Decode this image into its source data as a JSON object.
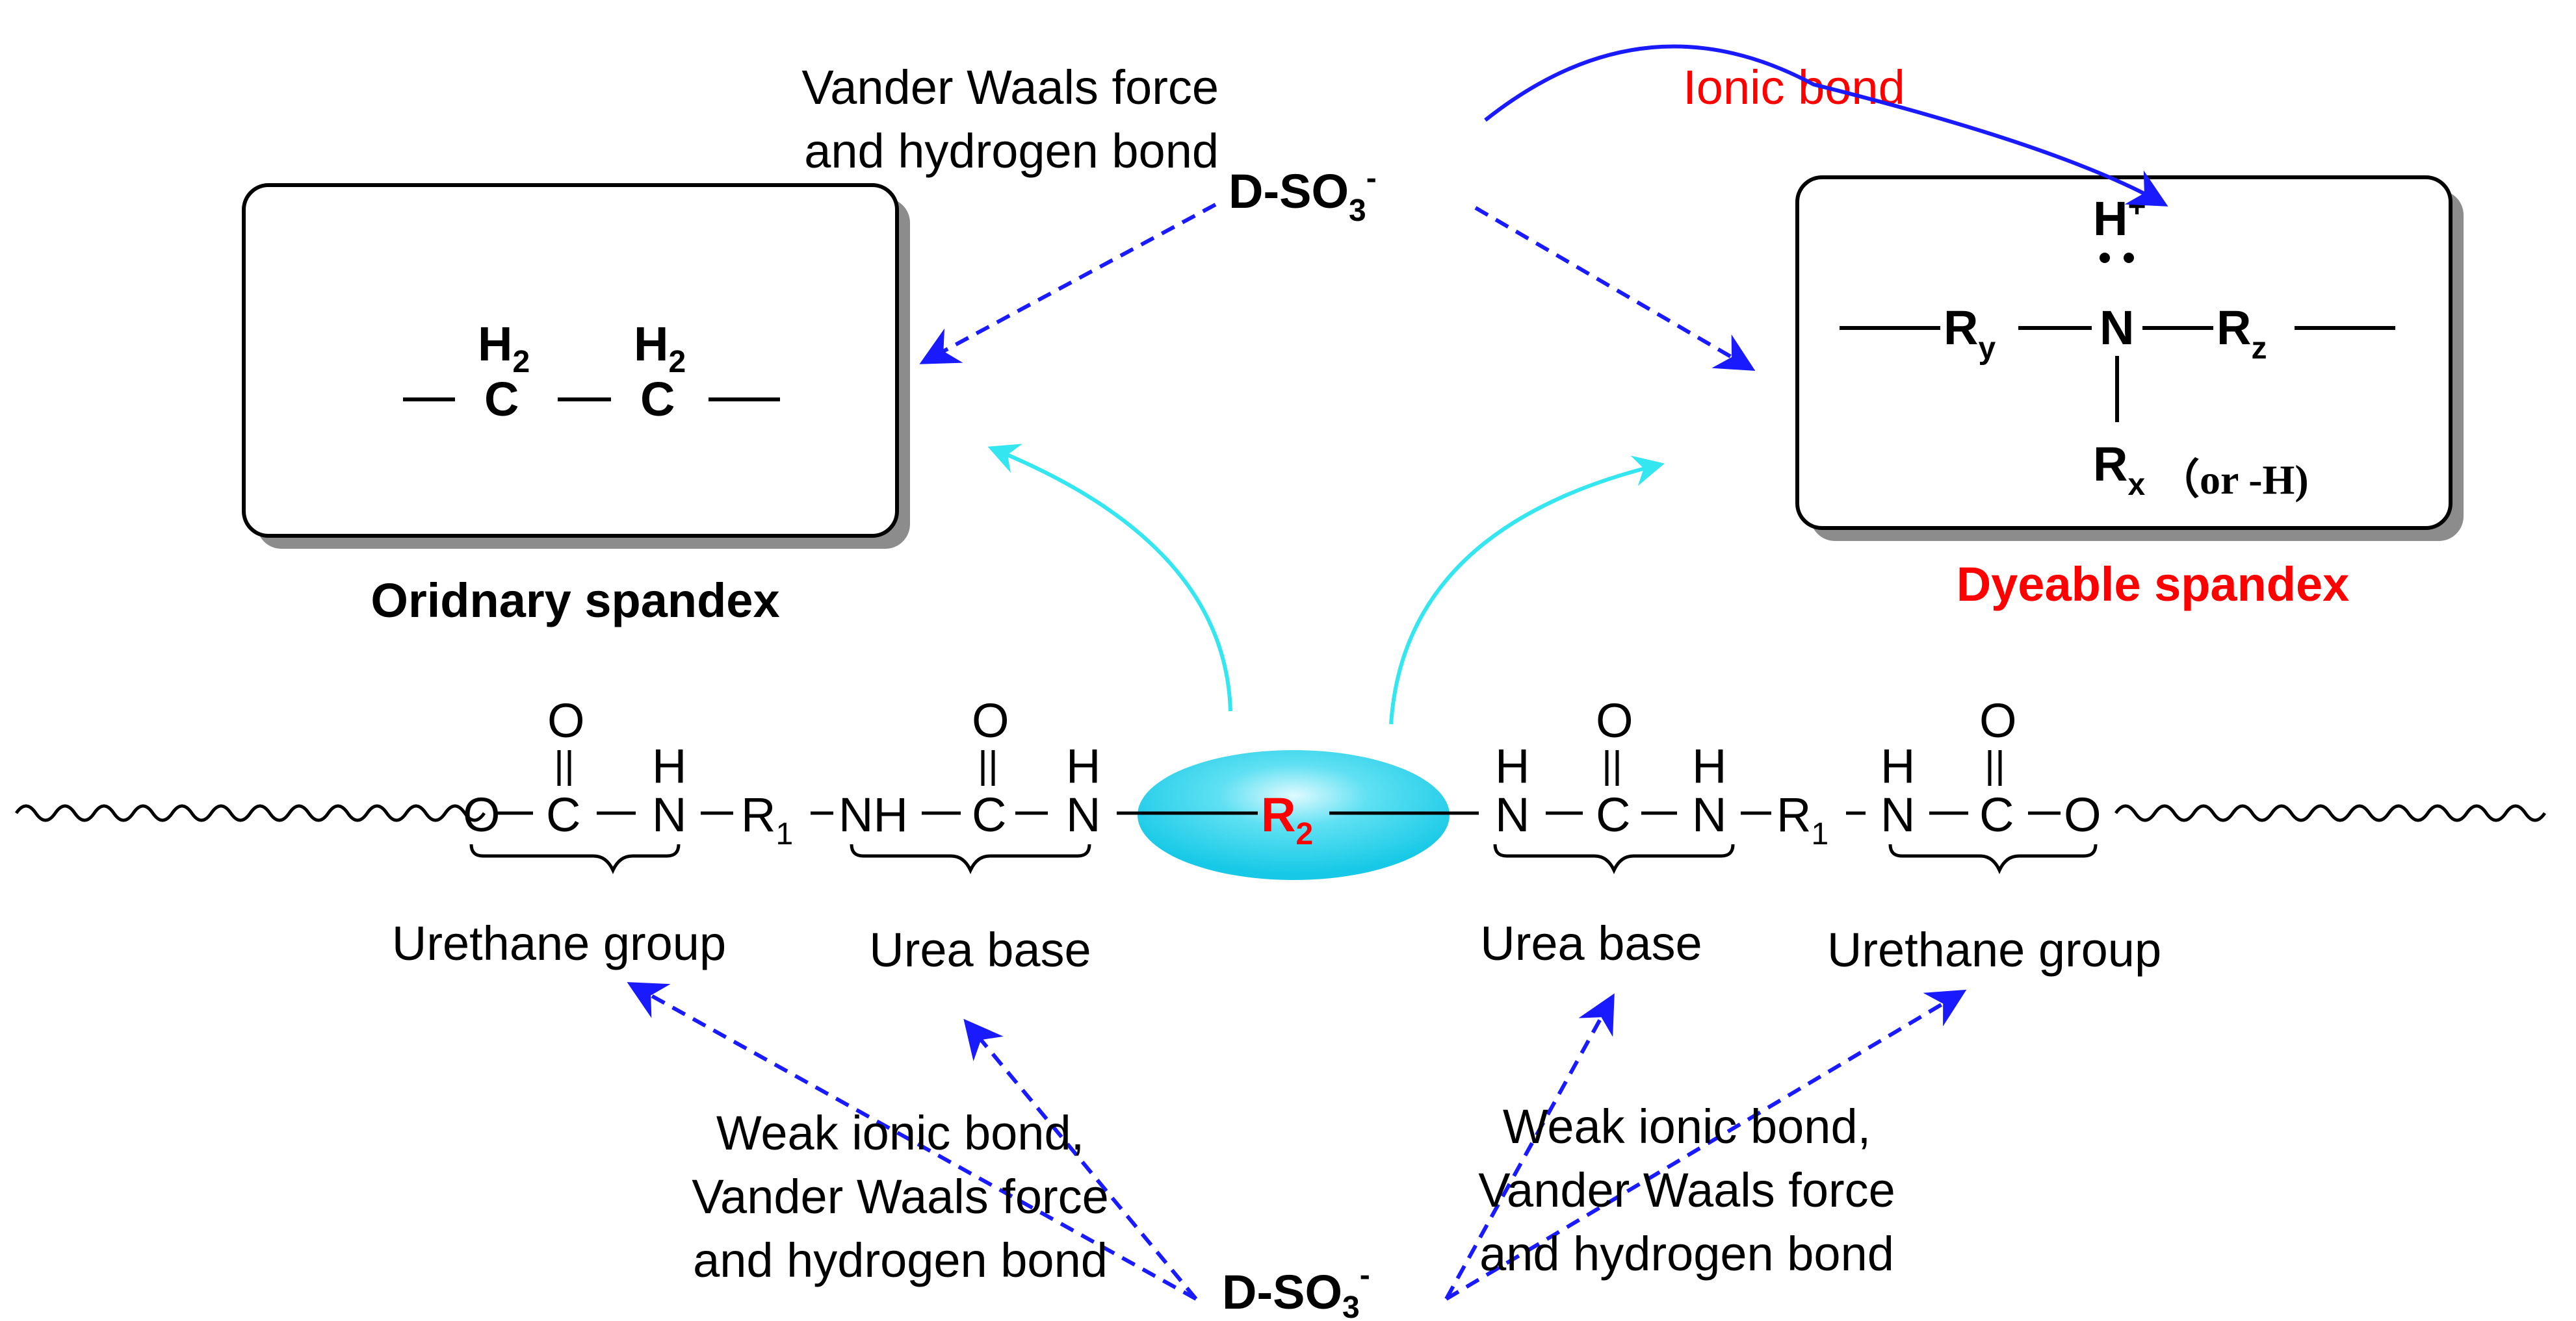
{
  "reagent": {
    "top": "D-SO",
    "top_sub": "3",
    "top_sup": "-",
    "bottom": "D-SO",
    "bottom_sub": "3",
    "bottom_sup": "-"
  },
  "interactions": {
    "left_top_line1": "Vander Waals force",
    "left_top_line2": "and hydrogen bond",
    "ionic_bond": "Ionic bond",
    "bottom_left_line1": "Weak ionic bond,",
    "bottom_left_line2": "Vander Waals force",
    "bottom_left_line3": "and hydrogen bond",
    "bottom_right_line1": "Weak ionic bond,",
    "bottom_right_line2": "Vander Waals force",
    "bottom_right_line3": "and hydrogen bond"
  },
  "ordinary_box": {
    "h2_left": "H",
    "h2_left_sub": "2",
    "h2_right": "H",
    "h2_right_sub": "2",
    "c_left": "C",
    "c_right": "C",
    "caption": "Oridnary spandex"
  },
  "dyeable_box": {
    "h_plus": "H",
    "h_plus_sup": "+",
    "n": "N",
    "ry": "R",
    "ry_sub": "y",
    "rz": "R",
    "rz_sub": "z",
    "rx": "R",
    "rx_sub": "x",
    "rx_alt": "（or -H)",
    "caption": "Dyeable spandex"
  },
  "chain": {
    "o_left": "O",
    "c1": "C",
    "n1": "N",
    "h1": "H",
    "o1": "O",
    "r1_left": "R",
    "r1_left_sub": "1",
    "nh": "NH",
    "c2": "C",
    "o2": "O",
    "n2": "N",
    "h2": "H",
    "r2": "R",
    "r2_sub": "2",
    "n3": "N",
    "h3": "H",
    "c3": "C",
    "o3": "O",
    "n4": "N",
    "h4": "H",
    "r1_right": "R",
    "r1_right_sub": "1",
    "n5": "N",
    "h5": "H",
    "c4": "C",
    "o4": "O",
    "o_right": "O"
  },
  "groups": {
    "urethane_left": "Urethane group",
    "urea_left": "Urea base",
    "urea_right": "Urea base",
    "urethane_right": "Urethane group"
  },
  "colors": {
    "blue_arrow": "#1a1aff",
    "cyan_arrow": "#33e6f0",
    "red_text": "#ff0000",
    "ellipse": "#33d6ee"
  }
}
